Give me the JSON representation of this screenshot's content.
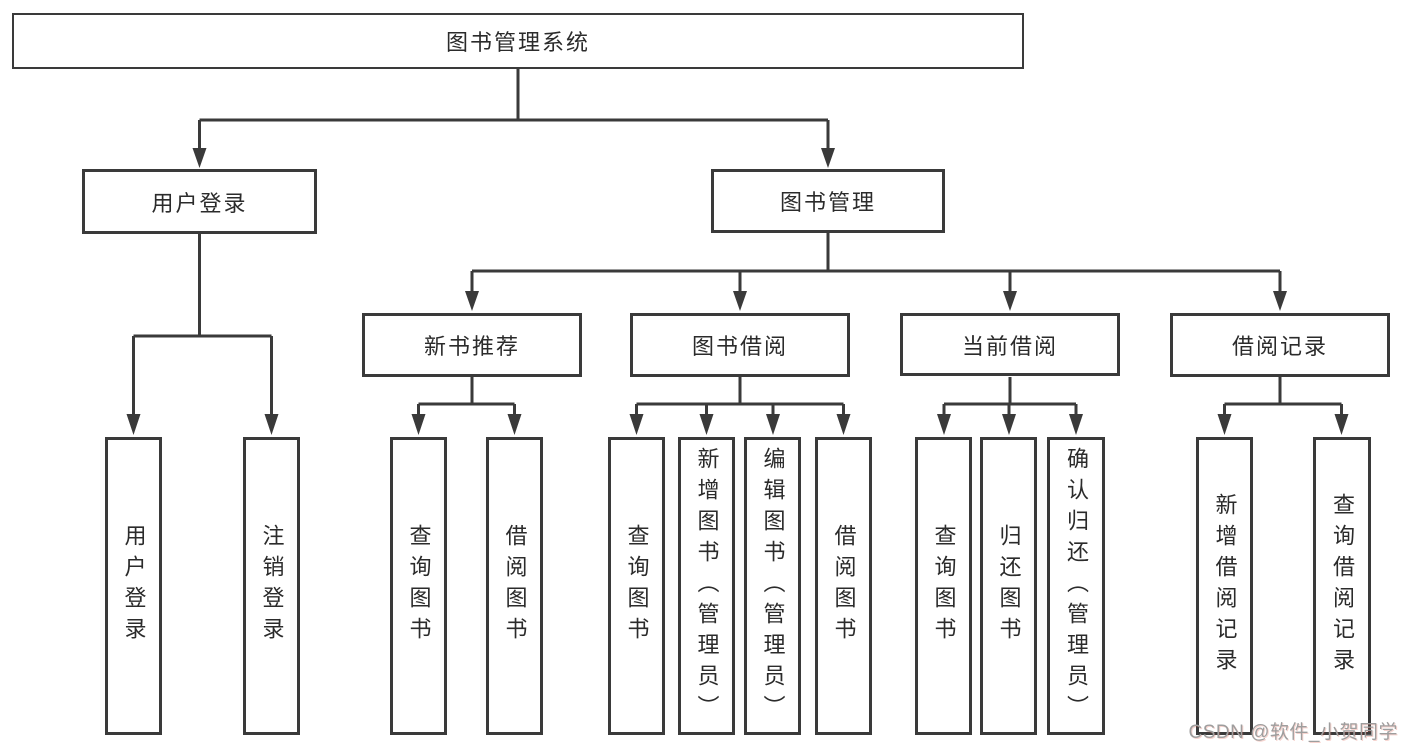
{
  "diagram": {
    "root": {
      "label": "图书管理系统"
    },
    "level2": {
      "user_login": {
        "label": "用户登录"
      },
      "book_management": {
        "label": "图书管理"
      }
    },
    "level3": {
      "new_book_recommend": {
        "label": "新书推荐"
      },
      "book_borrow": {
        "label": "图书借阅"
      },
      "current_borrow": {
        "label": "当前借阅"
      },
      "borrow_records": {
        "label": "借阅记录"
      }
    },
    "leaves": {
      "user_login": [
        "用户登录",
        "注销登录"
      ],
      "new_book_recommend": [
        "查询图书",
        "借阅图书"
      ],
      "book_borrow": [
        "查询图书",
        "新增图书（管理员）",
        "编辑图书（管理员）",
        "借阅图书"
      ],
      "current_borrow": [
        "查询图书",
        "归还图书",
        "确认归还（管理员）"
      ],
      "borrow_records": [
        "新增借阅记录",
        "查询借阅记录"
      ]
    }
  },
  "watermark": {
    "text": "CSDN @软件_小贺同学"
  },
  "colors": {
    "line": "#3a3a3a",
    "text": "#2b2b2b",
    "background": "#ffffff",
    "watermark_gray": "#9e9e9e"
  }
}
